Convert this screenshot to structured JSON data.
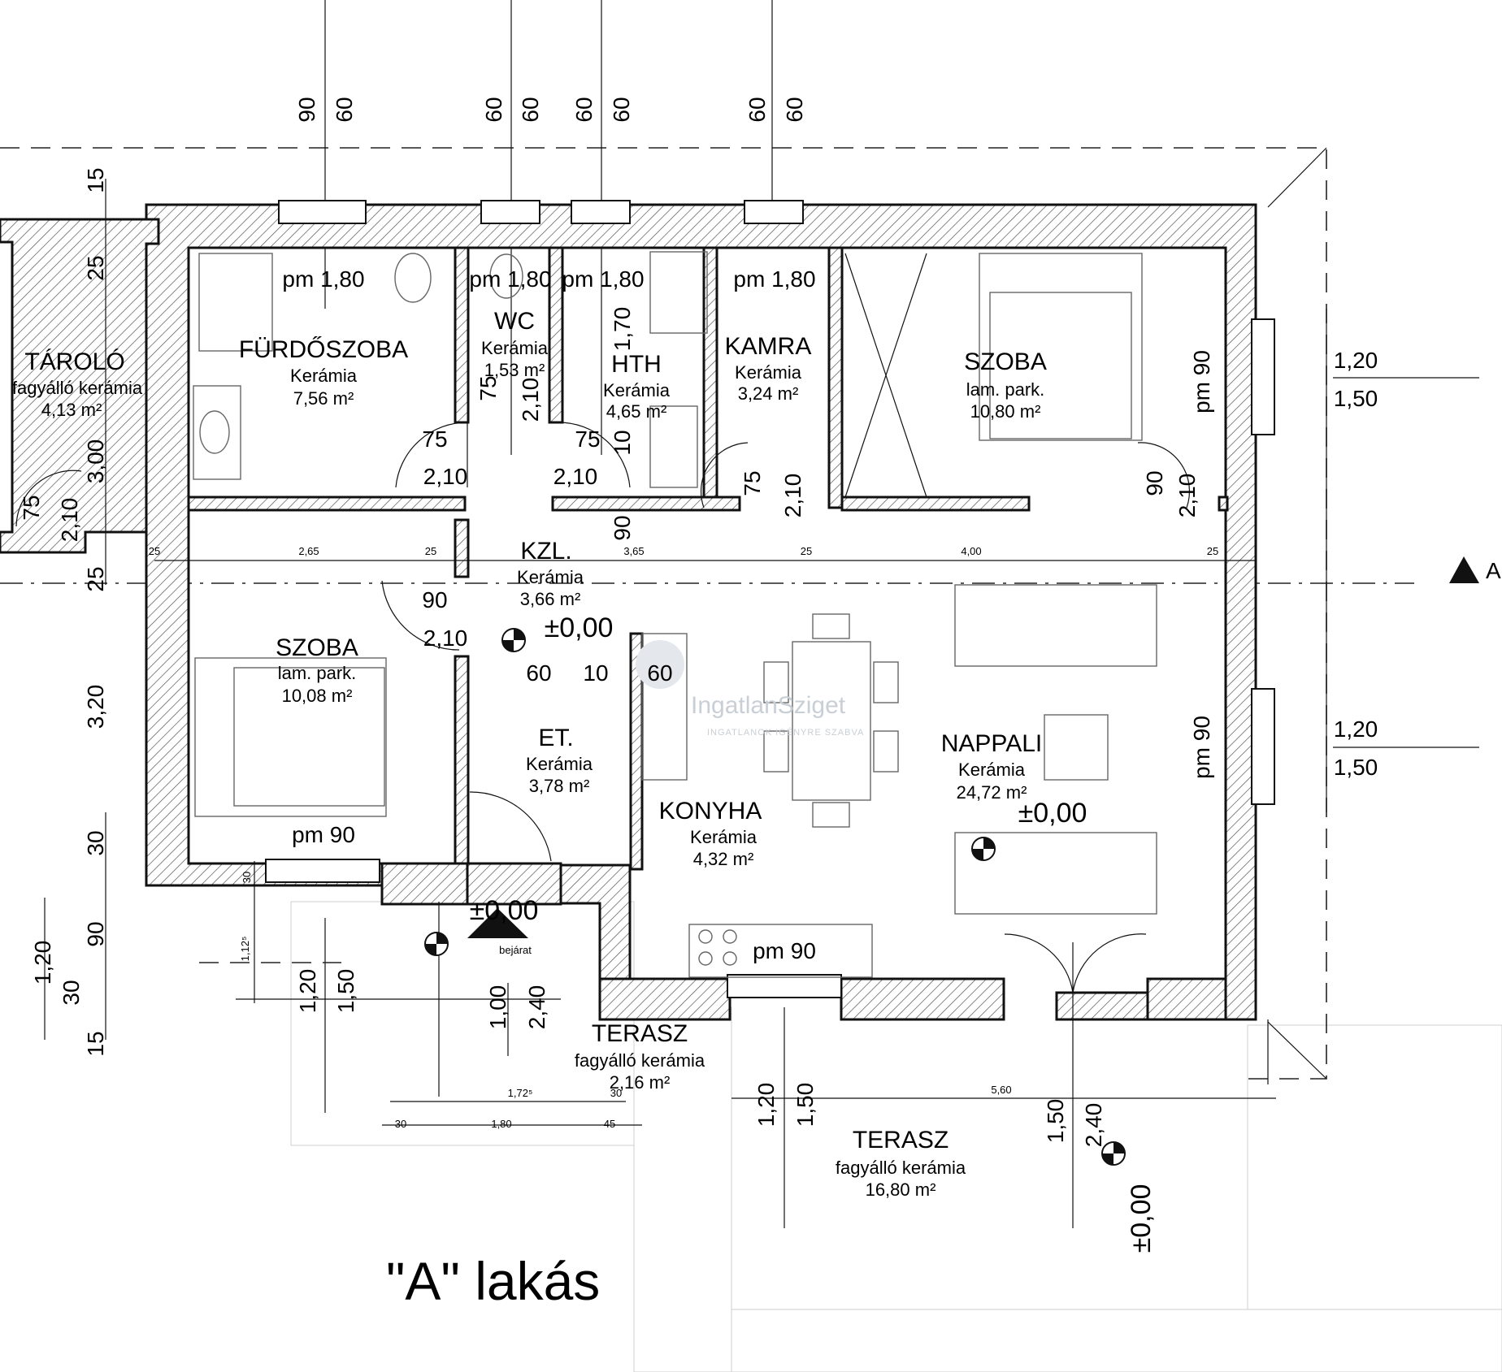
{
  "title": "\"A\" lakás",
  "rooms": {
    "taroló": {
      "name": "TÁROLÓ",
      "floor": "fagyálló kerámia",
      "area": "4,13 m²"
    },
    "furdo": {
      "name": "FÜRDŐSZOBA",
      "floor": "Kerámia",
      "area": "7,56 m²"
    },
    "wc": {
      "name": "WC",
      "floor": "Kerámia",
      "area": "1,53 m²"
    },
    "hth": {
      "name": "HTH",
      "floor": "Kerámia",
      "area": "4,65 m²"
    },
    "kamra": {
      "name": "KAMRA",
      "floor": "Kerámia",
      "area": "3,24 m²"
    },
    "szoba1": {
      "name": "SZOBA",
      "floor": "lam. park.",
      "area": "10,80 m²"
    },
    "kzl": {
      "name": "KZL.",
      "floor": "Kerámia",
      "area": "3,66 m²"
    },
    "szoba2": {
      "name": "SZOBA",
      "floor": "lam. park.",
      "area": "10,08 m²"
    },
    "et": {
      "name": "ET.",
      "floor": "Kerámia",
      "area": "3,78 m²"
    },
    "konyha": {
      "name": "KONYHA",
      "floor": "Kerámia",
      "area": "4,32 m²"
    },
    "nappali": {
      "name": "NAPPALI",
      "floor": "Kerámia",
      "area": "24,72 m²"
    },
    "terasz1": {
      "name": "TERASZ",
      "floor": "fagyálló kerámia",
      "area": "2,16 m²"
    },
    "terasz2": {
      "name": "TERASZ",
      "floor": "fagyálló kerámia",
      "area": "16,80 m²"
    }
  },
  "windows": {
    "furdo": "pm 1,80",
    "wc": "pm 1,80",
    "hth": "pm 1,80",
    "kamra": "pm 1,80",
    "szoba2": "pm 90",
    "konyha": "pm 90",
    "szoba1_side": "pm 90",
    "nappali_side": "pm 90"
  },
  "levels": {
    "main": "±0,00",
    "nappali": "±0,00",
    "entry": "±0,00",
    "terrace": "±0,00"
  },
  "entrance_label": "bejárat",
  "section_marker": "A",
  "top_dims": [
    "90",
    "60",
    "60",
    "60",
    "60",
    "60",
    "60",
    "60"
  ],
  "left_dims": [
    "15",
    "25",
    "3,00",
    "25",
    "3,20",
    "30",
    "90",
    "30",
    "15",
    "1,20"
  ],
  "right_dims": {
    "w1_top": "1,20",
    "w1_bot": "1,50",
    "w2_top": "1,20",
    "w2_bot": "1,50"
  },
  "door_dims": {
    "d1": "75",
    "d1h": "2,10",
    "d2": "75",
    "d2h": "2,10",
    "wc_w": "75",
    "wc_h": "2,10",
    "hth_h": "1,70",
    "hth_d": "10",
    "kamra": "75",
    "kamra_h": "2,10",
    "szoba1": "90",
    "szoba1_h": "2,10",
    "kzl_d": "90",
    "szoba2": "90",
    "szoba2_h": "2,10",
    "tar": "75",
    "tar_h": "2,10",
    "et1": "60",
    "et2": "10",
    "et3": "60",
    "small_30": "30",
    "small_112": "1,12⁵"
  },
  "corridor_dims": [
    "25",
    "2,65",
    "25",
    "3,65",
    "25",
    "4,00",
    "25"
  ],
  "terrace_dims": {
    "t1_h1": "1,20",
    "t1_h2": "1,50",
    "t1_h3": "1,00",
    "t1_h4": "2,40",
    "t1_w": "1,72⁵",
    "t1_w2": "30",
    "t1_b1": "30",
    "t1_b2": "1,80",
    "t1_b3": "45",
    "t2_w": "5,60",
    "t2_h1": "1,20",
    "t2_h2": "1,50",
    "t2_v1": "1,50",
    "t2_v2": "2,40"
  },
  "watermark": {
    "brand": "IngatlanSziget",
    "slogan": "INGATLANOK IGÉNYRE SZABVA"
  },
  "colors": {
    "line": "#111111",
    "hatch": "#555555",
    "watermark": "#c9cfd6"
  }
}
